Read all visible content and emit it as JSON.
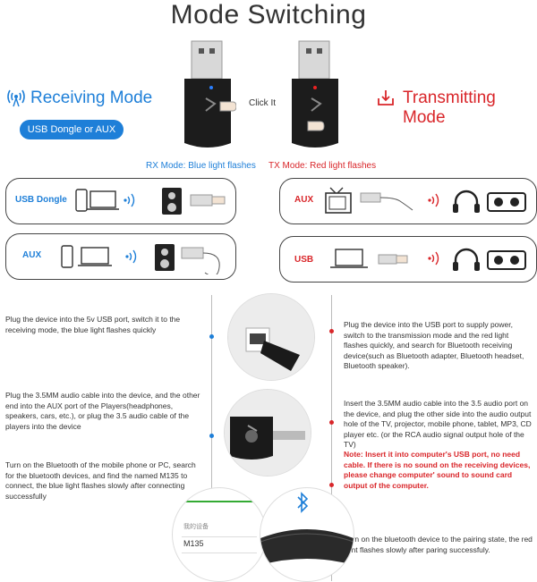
{
  "page_title": "Mode Switching",
  "receiving": {
    "title": "Receiving Mode",
    "badge": "USB Dongle or AUX"
  },
  "transmitting": {
    "title": "Transmitting Mode"
  },
  "click_it": "Click It",
  "rx_caption": {
    "label": "RX Mode:",
    "text": "Blue light flashes"
  },
  "tx_caption": {
    "label": "TX Mode:",
    "text": "Red  light flashes"
  },
  "panels": {
    "rx_usb": "USB Dongle",
    "rx_aux": "AUX",
    "tx_aux": "AUX",
    "tx_usb": "USB"
  },
  "left_steps": [
    "Plug the device into the 5v USB port, switch it to the receiving mode, the blue light flashes quickly",
    "Plug the 3.5MM audio cable into the device, and the other end into the AUX port of the Players(headphones, speakers, cars, etc.), or plug the 3.5 audio cable of the players into the device",
    "Turn on the Bluetooth of the mobile phone or PC, search for the bluetooth devices, and find the named M135 to connect, the blue light flashes slowly after connecting successfully"
  ],
  "right_steps": [
    "Plug the device into the USB port to supply power, switch to the transmission mode and the red light flashes quickly, and search for Bluetooth receiving device(such as Bluetooth adapter, Bluetooth headset, Bluetooth speaker).",
    "Insert the 3.5MM audio cable into the 3.5 audio port on the device, and plug the other side into the audio output hole of the TV, projector, mobile phone, tablet, MP3, CD player etc. (or the RCA audio signal output hole of the TV)",
    "Note:  Insert it into computer's USB port, no need cable. If there is no sound on the receiving devices, please change computer' sound to sound card output of the computer.",
    "Turn on the bluetooth device to the pairing state, the red light flashes slowly after paring successfuly."
  ],
  "phone_screen": {
    "header": "我的设备",
    "device": "M135"
  },
  "colors": {
    "blue": "#1e7fd8",
    "red": "#d9262a"
  }
}
